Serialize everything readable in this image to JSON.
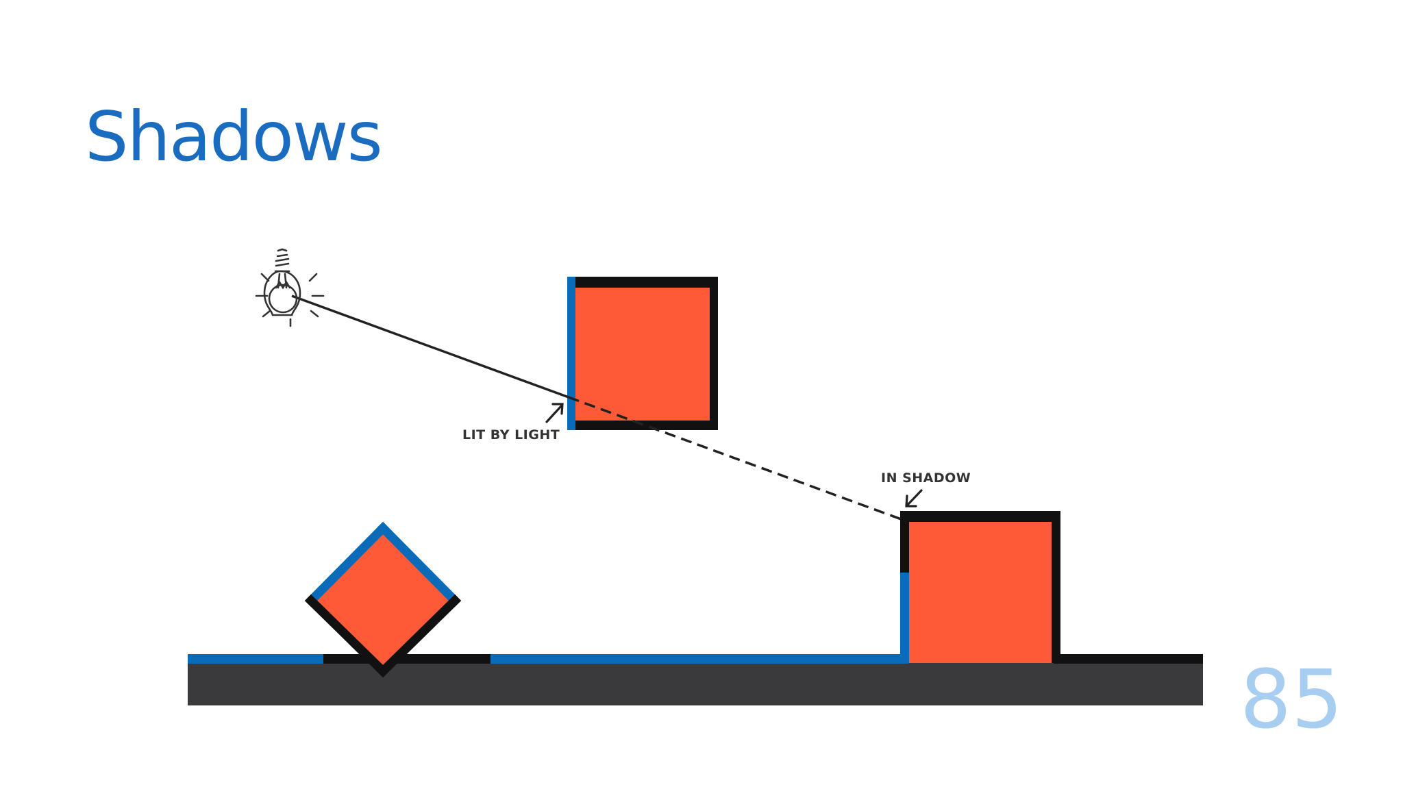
{
  "slide": {
    "title": "Shadows",
    "number": "85"
  },
  "diagram": {
    "labels": {
      "lit": "LIT BY LIGHT",
      "shadow": "IN SHADOW"
    },
    "icons": {
      "light": "light-bulb-icon"
    },
    "colors": {
      "title": "#1a6cc0",
      "page_number": "#a7cdf0",
      "object_fill": "#ff5a38",
      "lit_edge": "#0a6cb8",
      "shadow_edge": "#111111",
      "ground": "#3a393b"
    }
  }
}
